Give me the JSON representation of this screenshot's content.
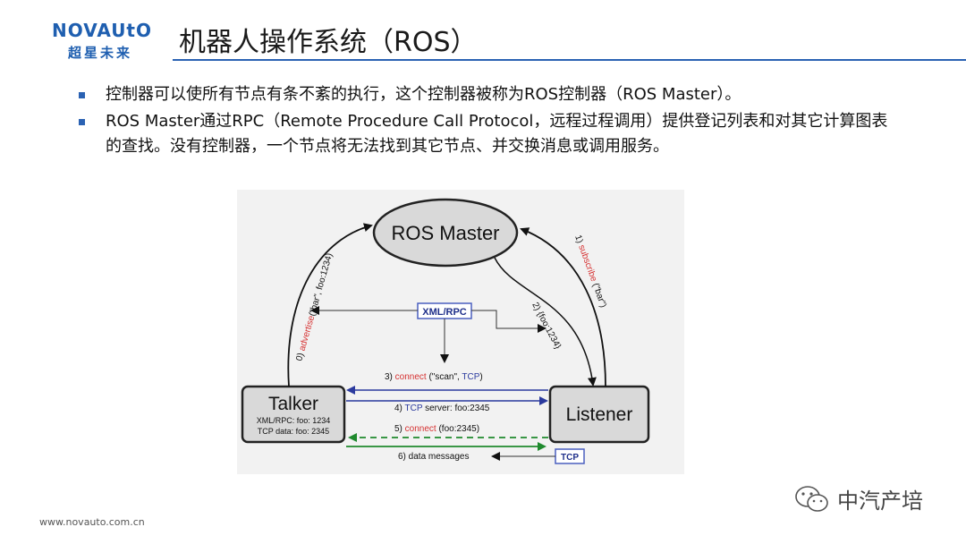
{
  "header": {
    "logo_main": "NOVAUtO",
    "logo_sub": "超星未来",
    "title": "机器人操作系统（ROS）"
  },
  "bullets": [
    "控制器可以使所有节点有条不紊的执行，这个控制器被称为ROS控制器（ROS Master）。",
    "ROS Master通过RPC（Remote Procedure Call Protocol，远程过程调用）提供登记列表和对其它计算图表的查找。没有控制器，一个节点将无法找到其它节点、并交换消息或调用服务。"
  ],
  "diagram": {
    "master": "ROS Master",
    "talker": {
      "name": "Talker",
      "line1": "XML/RPC: foo: 1234",
      "line2": "TCP data: foo: 2345"
    },
    "listener": "Listener",
    "xmlrpc": "XML/RPC",
    "tcp": "TCP",
    "step0_num": "0) ",
    "step0_action": "advertise",
    "step0_args": "(\"bar\", foo:1234)",
    "step1_num": "1) ",
    "step1_action": "subscribe",
    "step1_args": " (\"bar\")",
    "step2": "2) {foo:1234}",
    "step3_num": "3) ",
    "step3_action": "connect",
    "step3_args_a": " (\"scan\", ",
    "step3_tcp": "TCP",
    "step3_args_b": ")",
    "step4_num": "4) ",
    "step4_tcp": "TCP",
    "step4_rest": " server: foo:2345",
    "step5_num": "5) ",
    "step5_action": "connect",
    "step5_args": " (foo:2345)",
    "step6": "6) data messages",
    "colors": {
      "blue": "#2b3a9e",
      "green": "#1f8a2e",
      "red": "#d63232"
    }
  },
  "footer": {
    "url": "www.novauto.com.cn",
    "watermark": "中汽产培"
  }
}
